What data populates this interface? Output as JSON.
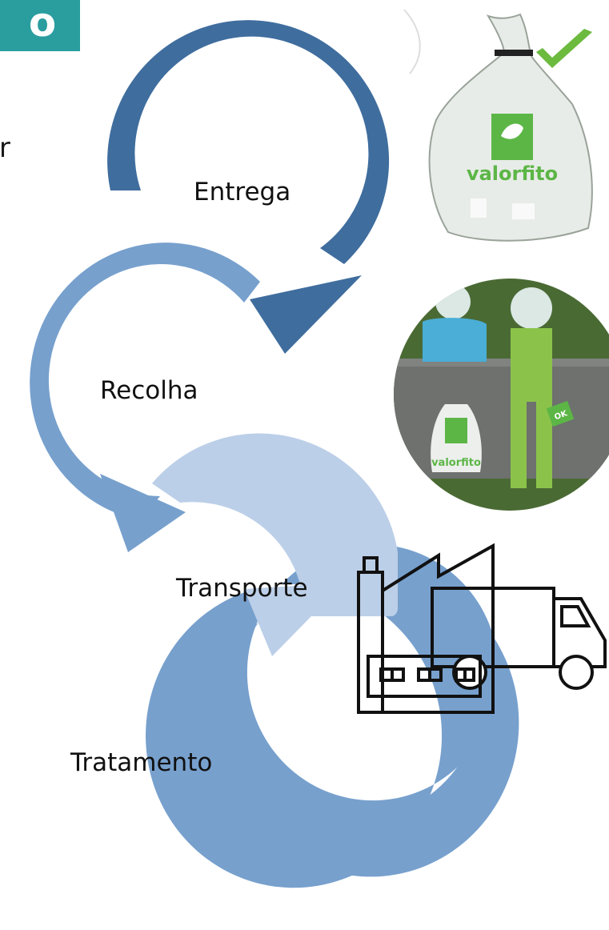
{
  "title_fragment": "o",
  "side_text_fragment": "ar",
  "steps": [
    {
      "label": "Entrega",
      "color": "#3f6d9e"
    },
    {
      "label": "Recolha",
      "color": "#77a0cd"
    },
    {
      "label": "Transporte",
      "color": "#bccfe8"
    },
    {
      "label": "Tratamento",
      "color": "#77a0cd"
    }
  ],
  "icons": [
    {
      "name": "valorfito-bag-icon",
      "logo_text": "valorfito"
    },
    {
      "name": "collection-point-icon",
      "logo_text": "valorfito",
      "badge_text": "OK"
    },
    {
      "name": "truck-icon"
    },
    {
      "name": "factory-icon"
    }
  ],
  "colors": {
    "title_bg": "#2a9d9f",
    "brand_green": "#5cb646",
    "dark_green": "#4a6a34"
  }
}
